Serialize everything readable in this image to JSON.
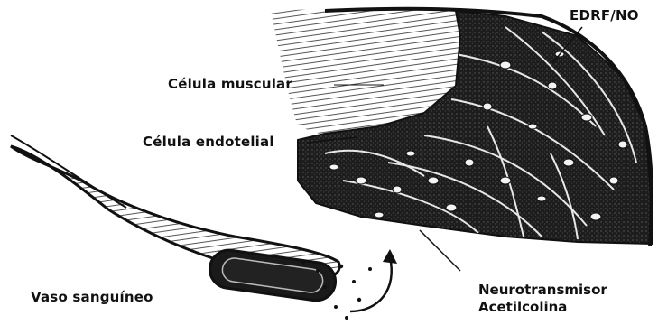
{
  "labels": {
    "edrf_no": "EDRF/NO",
    "muscle_cell": "Célula muscular",
    "endothelial_cell": "Célula endotelial",
    "blood_vessel": "Vaso sanguíneo",
    "neurotransmitter": "Neurotransmisor",
    "acetylcholine": "Acetilcolina"
  },
  "colors": {
    "ink": "#111111",
    "tissue_dark": "#1a1a1a",
    "hatch": "#444444",
    "paper": "#ffffff"
  }
}
